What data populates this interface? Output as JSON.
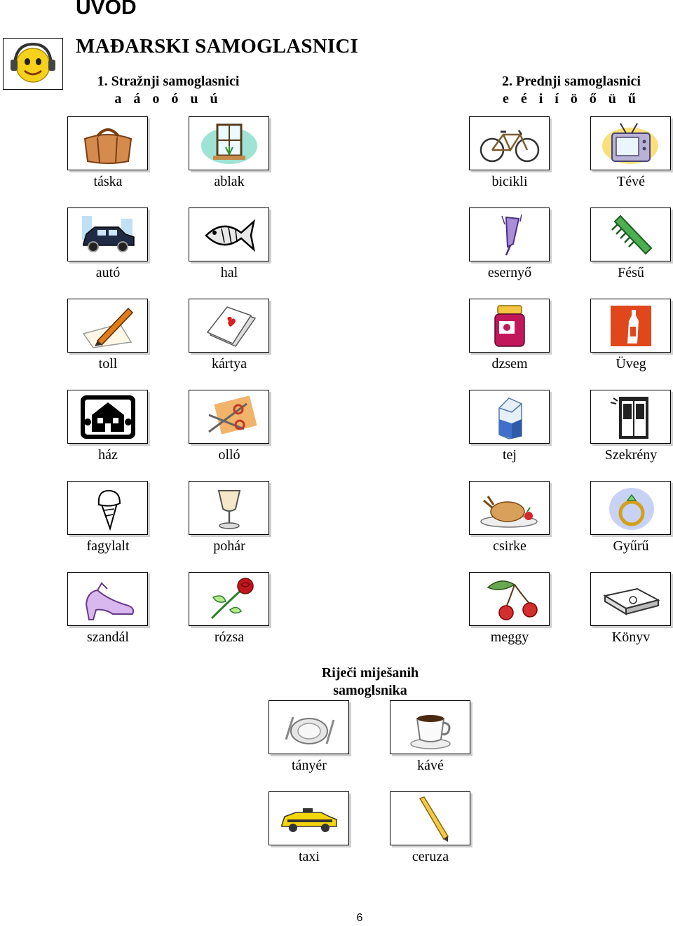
{
  "header": {
    "title": "UVOD",
    "subtitle": "MAĐARSKI SAMOGLASNICI",
    "logo_icon": "smiley-headphones-icon"
  },
  "sections": {
    "back": {
      "heading": "1. Stražnji samoglasnici",
      "vowels": "a á o ó u ú"
    },
    "front": {
      "heading": "2. Prednji samoglasnici",
      "vowels": "e é i í ö ő ü ű"
    },
    "mixed": {
      "heading_line1": "Riječi miješanih",
      "heading_line2": "samoglsnika"
    }
  },
  "back_words": [
    {
      "word": "táska",
      "icon": "bag-icon"
    },
    {
      "word": "ablak",
      "icon": "window-icon"
    },
    {
      "word": "autó",
      "icon": "car-icon"
    },
    {
      "word": "hal",
      "icon": "fish-icon"
    },
    {
      "word": "toll",
      "icon": "pen-icon"
    },
    {
      "word": "kártya",
      "icon": "cards-icon"
    },
    {
      "word": "ház",
      "icon": "house-icon"
    },
    {
      "word": "olló",
      "icon": "scissors-icon"
    },
    {
      "word": "fagylalt",
      "icon": "ice-cream-icon"
    },
    {
      "word": "pohár",
      "icon": "glass-icon"
    },
    {
      "word": "szandál",
      "icon": "sandal-icon"
    },
    {
      "word": "rózsa",
      "icon": "rose-icon"
    }
  ],
  "front_words": [
    {
      "word": "bicikli",
      "icon": "bicycle-icon"
    },
    {
      "word": "Tévé",
      "icon": "tv-icon"
    },
    {
      "word": "esernyő",
      "icon": "umbrella-icon"
    },
    {
      "word": "Fésű",
      "icon": "comb-icon"
    },
    {
      "word": "dzsem",
      "icon": "jam-jar-icon"
    },
    {
      "word": "Üveg",
      "icon": "bottle-icon"
    },
    {
      "word": "tej",
      "icon": "milk-carton-icon"
    },
    {
      "word": "Szekrény",
      "icon": "wardrobe-icon"
    },
    {
      "word": "csirke",
      "icon": "chicken-icon"
    },
    {
      "word": "Gyűrű",
      "icon": "ring-icon"
    },
    {
      "word": "meggy",
      "icon": "cherry-icon"
    },
    {
      "word": "Könyv",
      "icon": "book-icon"
    }
  ],
  "mixed_words": [
    {
      "word": "tányér",
      "icon": "plate-icon"
    },
    {
      "word": "kávé",
      "icon": "coffee-cup-icon"
    },
    {
      "word": "taxi",
      "icon": "taxi-icon"
    },
    {
      "word": "ceruza",
      "icon": "pencil-icon"
    }
  ],
  "footer": {
    "page_number": "6"
  }
}
